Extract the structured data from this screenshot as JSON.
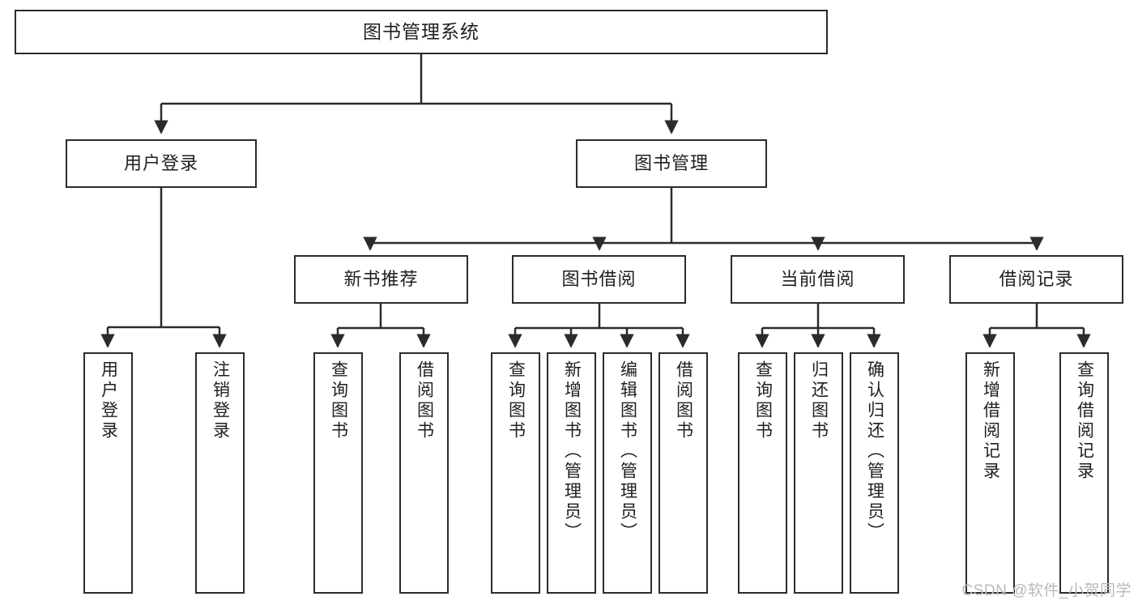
{
  "diagram": {
    "title": "图书管理系统",
    "type": "tree",
    "watermark": "CSDN @软件_小贺同学",
    "colors": {
      "background": "#ffffff",
      "box_border": "#2b2b2b",
      "box_fill": "#ffffff",
      "edge": "#2b2b2b",
      "text": "#1f1f1f",
      "watermark": "#b9b9b9"
    },
    "root": {
      "label": "图书管理系统"
    },
    "level2": [
      {
        "label": "用户登录"
      },
      {
        "label": "图书管理"
      }
    ],
    "level3": [
      {
        "label": "新书推荐"
      },
      {
        "label": "图书借阅"
      },
      {
        "label": "当前借阅"
      },
      {
        "label": "借阅记录"
      }
    ],
    "leaves": [
      {
        "label": "用户登录",
        "parent": "用户登录"
      },
      {
        "label": "注销登录",
        "parent": "用户登录"
      },
      {
        "label": "查询图书",
        "parent": "新书推荐"
      },
      {
        "label": "借阅图书",
        "parent": "新书推荐"
      },
      {
        "label": "查询图书",
        "parent": "图书借阅"
      },
      {
        "label": "新增图书（管理员）",
        "parent": "图书借阅"
      },
      {
        "label": "编辑图书（管理员）",
        "parent": "图书借阅"
      },
      {
        "label": "借阅图书",
        "parent": "图书借阅"
      },
      {
        "label": "查询图书",
        "parent": "当前借阅"
      },
      {
        "label": "归还图书",
        "parent": "当前借阅"
      },
      {
        "label": "确认归还（管理员）",
        "parent": "当前借阅"
      },
      {
        "label": "新增借阅记录",
        "parent": "借阅记录"
      },
      {
        "label": "查询借阅记录",
        "parent": "借阅记录"
      }
    ]
  }
}
